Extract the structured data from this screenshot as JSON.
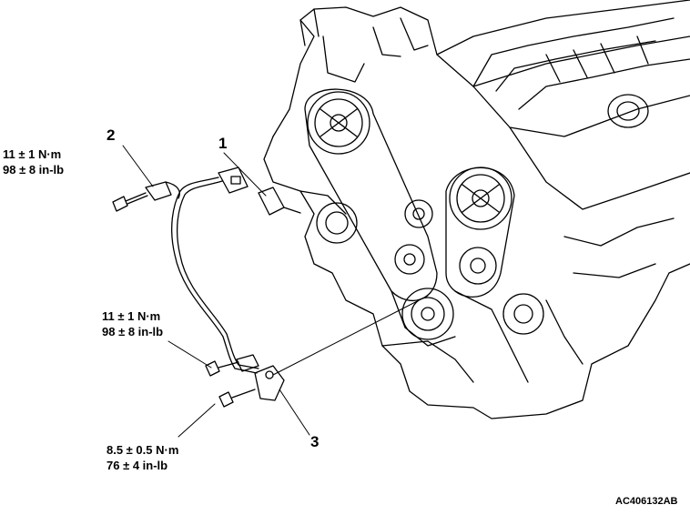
{
  "callouts": {
    "c1": "1",
    "c2": "2",
    "c3": "3"
  },
  "torques": {
    "t1": {
      "nm": "11 ± 1 N·m",
      "inlb": "98 ± 8 in-lb"
    },
    "t2": {
      "nm": "11 ± 1 N·m",
      "inlb": "98 ± 8 in-lb"
    },
    "t3": {
      "nm": "8.5 ± 0.5 N·m",
      "inlb": "76 ± 4 in-lb"
    }
  },
  "figure_id": "AC406132AB"
}
